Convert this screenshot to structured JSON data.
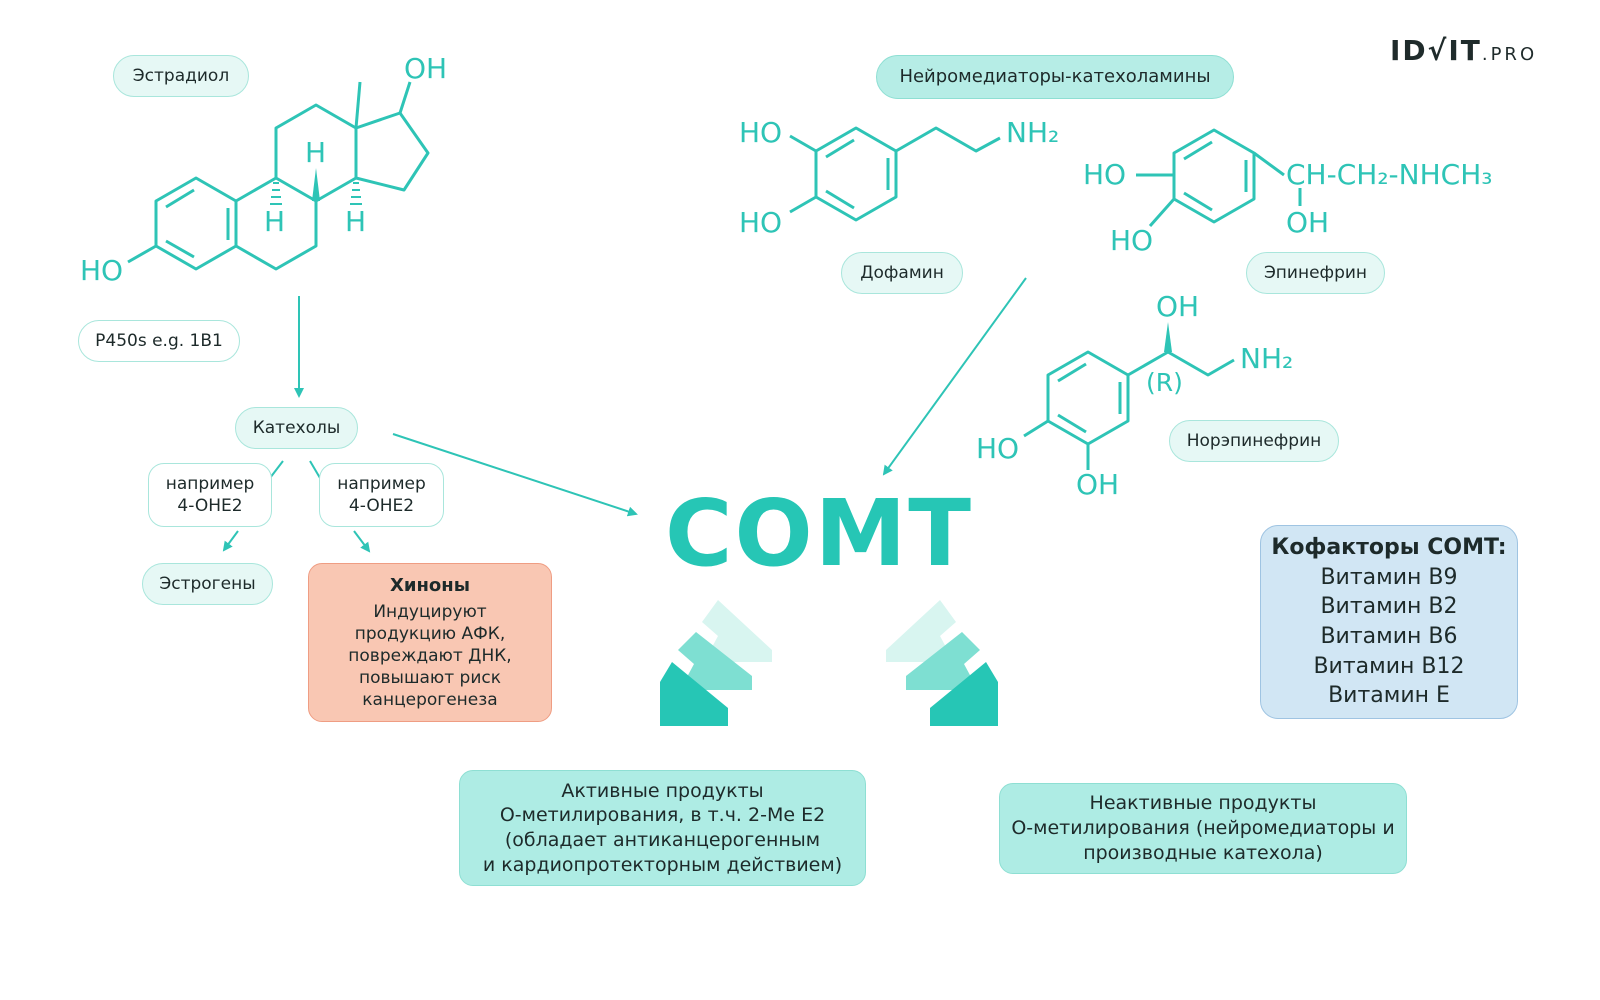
{
  "logo": {
    "main": "ID√IT",
    "suffix": ".PRO"
  },
  "labels": {
    "estradiol": "Эстрадиол",
    "neuro": "Нейромедиаторы-катехоламины",
    "dopamine": "Дофамин",
    "epinephrine": "Эпинефрин",
    "norepinephrine": "Норэпинефрин",
    "p450": "P450s e.g. 1B1",
    "catechols": "Катехолы",
    "example_left": [
      "например",
      "4-OHE2"
    ],
    "example_right": [
      "например",
      "4-OHE2"
    ],
    "estrogens": "Эстрогены"
  },
  "quinones": {
    "title": "Хиноны",
    "lines": [
      "Индуцируют",
      "продукцию АФК,",
      "повреждают ДНК,",
      "повышают риск",
      "канцерогенеза"
    ]
  },
  "comt": "COMT",
  "cofactors": {
    "title": "Кофакторы COMT:",
    "items": [
      "Витамин B9",
      "Витамин B2",
      "Витамин B6",
      "Витамин B12",
      "Витамин E"
    ]
  },
  "active_products": [
    "Активные продукты",
    "О-метилирования, в т.ч. 2-Me E2",
    "(обладает антиканцерогенным",
    "и кардиопротекторным действием)"
  ],
  "inactive_products": [
    "Неактивные продукты",
    "О-метилирования (нейромедиаторы и",
    "производные катехола)"
  ],
  "chem_text": {
    "oh": "OH",
    "ho": "HO",
    "h": "H",
    "nh2": "NH₂",
    "r": "(R)",
    "epi_chain": "CH-CH₂-NHCH₃"
  },
  "colors": {
    "teal": "#2ec4b6",
    "teal_dark": "#26c6b5",
    "quinone": "#f9c7b3",
    "cofactor": "#d1e6f4"
  }
}
